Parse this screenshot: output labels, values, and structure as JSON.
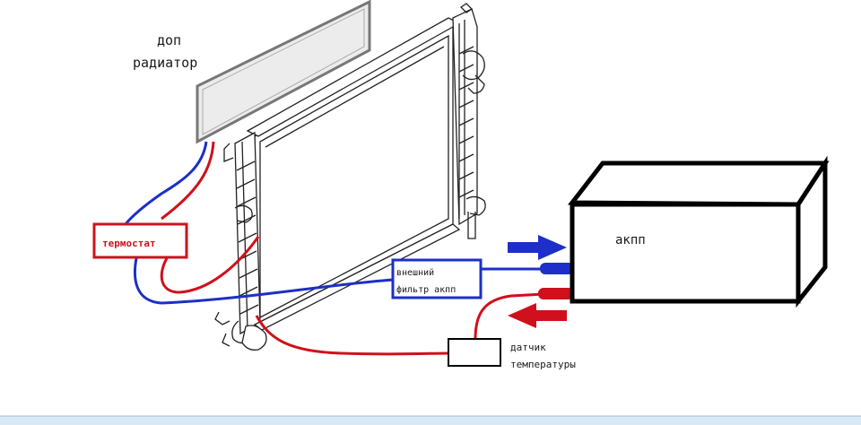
{
  "labels": {
    "aux_radiator_line1": "доп",
    "aux_radiator_line2": "радиатор",
    "thermostat": "термостат",
    "external_filter_line1": "внешний",
    "external_filter_line2": "фильтр акпп",
    "gearbox": "акпп",
    "temp_sensor_line1": "датчик",
    "temp_sensor_line2": "температуры"
  },
  "colors": {
    "hot_line": "#d0101c",
    "cold_line": "#1d2fc8",
    "outline": "#000000",
    "aux_radiator_fill": "#e6e6e6",
    "bottom_bar": "#cfe3f1"
  }
}
